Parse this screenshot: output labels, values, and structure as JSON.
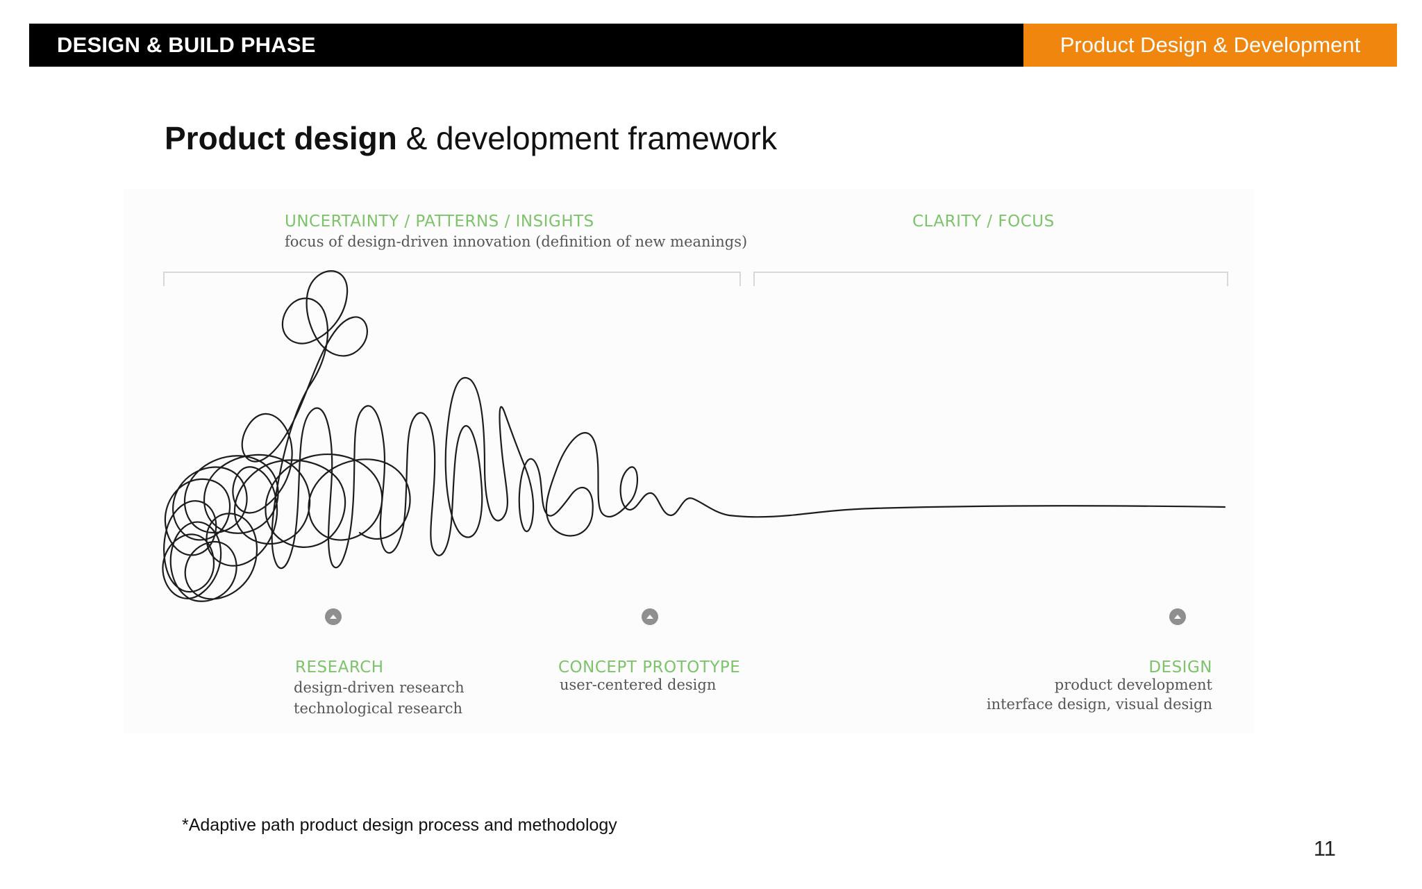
{
  "header": {
    "phase": "DESIGN & BUILD PHASE",
    "section": "Product Design & Development",
    "accent_color": "#f0860e"
  },
  "title": {
    "bold": "Product design",
    "rest": " & development framework"
  },
  "diagram": {
    "top_left": {
      "heading": "UNCERTAINTY / PATTERNS / INSIGHTS",
      "subtext": "focus of design-driven innovation (definition of new meanings)"
    },
    "top_right": {
      "heading": "CLARITY / FOCUS"
    },
    "stages": [
      {
        "title": "RESEARCH",
        "lines": [
          "design-driven research",
          "technological research"
        ]
      },
      {
        "title": "CONCEPT PROTOTYPE",
        "lines": [
          "user-centered design"
        ]
      },
      {
        "title": "DESIGN",
        "lines": [
          "product development",
          "interface design, visual design"
        ]
      }
    ],
    "label_color": "#7cc36a"
  },
  "footnote": "*Adaptive path product design process and methodology",
  "page_number": "11"
}
